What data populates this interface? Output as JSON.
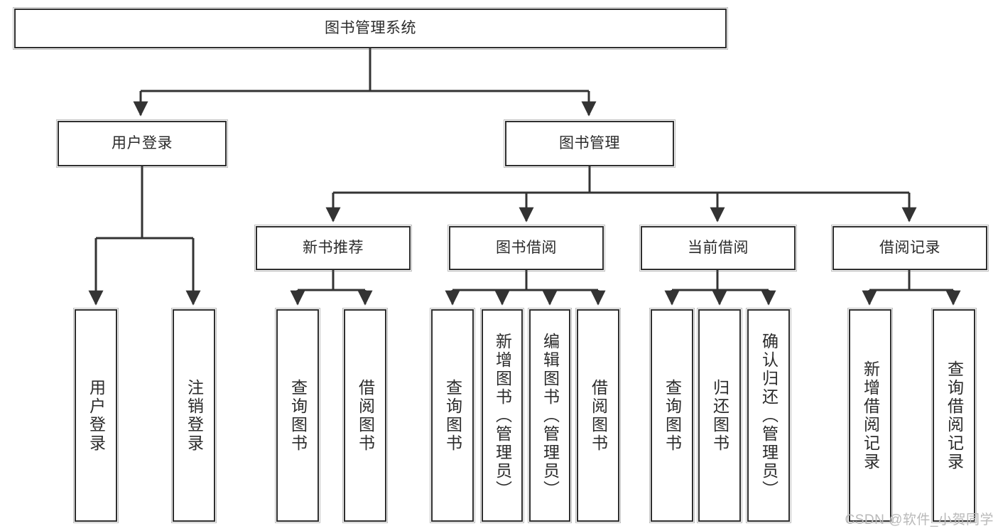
{
  "diagram": {
    "title": "图书管理系统",
    "watermark": "CSDN @软件_小贺同学",
    "colors": {
      "box_stroke": "#2f2f2f",
      "edge_stroke": "#333333",
      "background": "#ffffff",
      "text": "#2b2b2b",
      "watermark": "#b9b9b9"
    },
    "nodes": {
      "root": {
        "label": "图书管理系统"
      },
      "level2": [
        {
          "id": "user-login",
          "label": "用户登录"
        },
        {
          "id": "book-management",
          "label": "图书管理"
        }
      ],
      "level3": [
        {
          "id": "new-book-recommend",
          "label": "新书推荐"
        },
        {
          "id": "book-borrow",
          "label": "图书借阅"
        },
        {
          "id": "current-borrow",
          "label": "当前借阅"
        },
        {
          "id": "borrow-record",
          "label": "借阅记录"
        }
      ],
      "leaves": {
        "user-login": [
          {
            "id": "leaf-user-login",
            "label": "用户登录"
          },
          {
            "id": "leaf-logout",
            "label": "注销登录"
          }
        ],
        "new-book-recommend": [
          {
            "id": "leaf-query-book-1",
            "label": "查询图书"
          },
          {
            "id": "leaf-borrow-book-1",
            "label": "借阅图书"
          }
        ],
        "book-borrow": [
          {
            "id": "leaf-query-book-2",
            "label": "查询图书"
          },
          {
            "id": "leaf-add-book",
            "label": "新增图书（管理员）"
          },
          {
            "id": "leaf-edit-book",
            "label": "编辑图书（管理员）"
          },
          {
            "id": "leaf-borrow-book-2",
            "label": "借阅图书"
          }
        ],
        "current-borrow": [
          {
            "id": "leaf-query-book-3",
            "label": "查询图书"
          },
          {
            "id": "leaf-return-book",
            "label": "归还图书"
          },
          {
            "id": "leaf-confirm-return",
            "label": "确认归还（管理员）"
          }
        ],
        "borrow-record": [
          {
            "id": "leaf-add-record",
            "label": "新增借阅记录"
          },
          {
            "id": "leaf-query-record",
            "label": "查询借阅记录"
          }
        ]
      }
    }
  }
}
